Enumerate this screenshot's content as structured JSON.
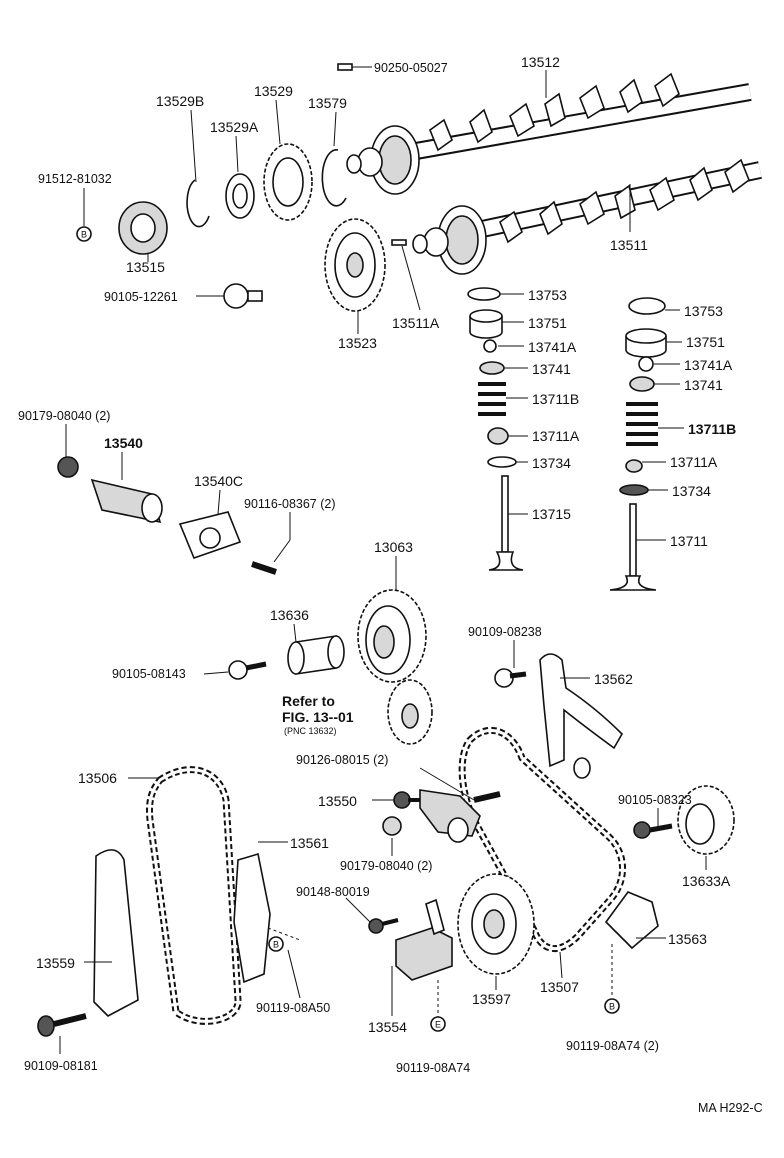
{
  "parts": {
    "p13512": "13512",
    "p90250_05027": "90250-05027",
    "p13529B": "13529B",
    "p13529": "13529",
    "p13579": "13579",
    "p13529A": "13529A",
    "p91512_81032": "91512-81032",
    "p13515": "13515",
    "p13511": "13511",
    "p90105_12261": "90105-12261",
    "p13523": "13523",
    "p13511A": "13511A",
    "p13753_l": "13753",
    "p13751_l": "13751",
    "p13741A_l": "13741A",
    "p13741_l": "13741",
    "p13711B_l": "13711B",
    "p13711A_l": "13711A",
    "p13734_l": "13734",
    "p13715": "13715",
    "p13753_r": "13753",
    "p13751_r": "13751",
    "p13741A_r": "13741A",
    "p13741_r": "13741",
    "p13711B_r": "13711B",
    "p13711A_r": "13711A",
    "p13734_r": "13734",
    "p13711": "13711",
    "p90179_08040_a": "90179-08040 (2)",
    "p13540": "13540",
    "p13540C": "13540C",
    "p90116_08367": "90116-08367 (2)",
    "p13063": "13063",
    "p13636": "13636",
    "p90105_08143": "90105-08143",
    "p90109_08238": "90109-08238",
    "p13562": "13562",
    "p90126_08015": "90126-08015 (2)",
    "p13506": "13506",
    "p13550": "13550",
    "p90105_08323": "90105-08323",
    "p13561": "13561",
    "p90179_08040_b": "90179-08040 (2)",
    "p13633A": "13633A",
    "p90148_80019": "90148-80019",
    "p13563": "13563",
    "p13559": "13559",
    "p13597": "13597",
    "p13507": "13507",
    "p90119_08A50": "90119-08A50",
    "p13554": "13554",
    "p90109_08181": "90109-08181",
    "p90119_08A74": "90119-08A74",
    "p90119_08A74_2": "90119-08A74 (2)"
  },
  "refer": {
    "line1": "Refer to",
    "line2": "FIG. 13--01",
    "line3": "(PNC 13632)"
  },
  "markers": {
    "b": "B",
    "e": "E"
  },
  "drawing_code": "MA H292-C"
}
